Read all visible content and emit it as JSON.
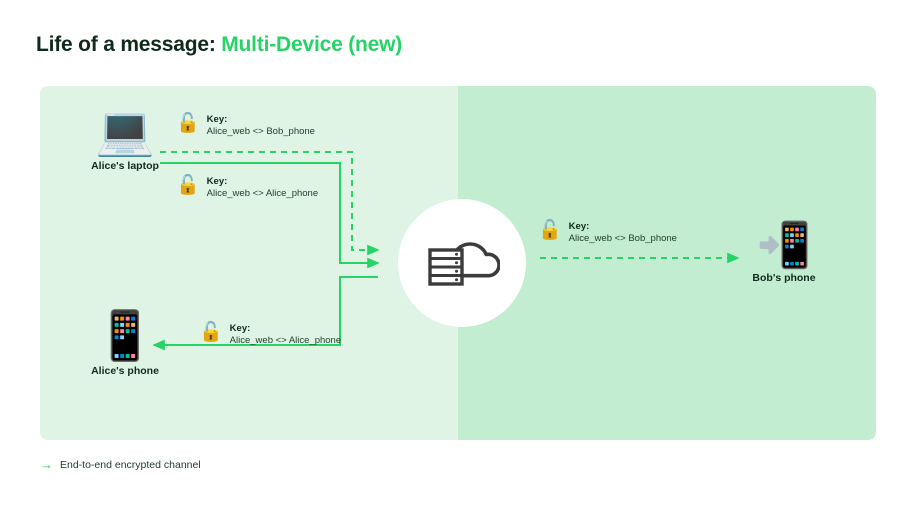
{
  "title": {
    "prefix": "Life of a message: ",
    "highlight": "Multi-Device (new)",
    "accent_color": "#25d366",
    "text_color": "#0f2a1d"
  },
  "diagram": {
    "panels": {
      "left_color": "#dff4e5",
      "right_color": "#c2edd0"
    },
    "hub": {
      "name": "server-cloud",
      "background": "#ffffff",
      "icon_color": "#3c3c3c"
    },
    "nodes": [
      {
        "id": "alice-laptop",
        "glyph": "💻",
        "caption": "Alice's laptop"
      },
      {
        "id": "alice-phone",
        "glyph": "📱",
        "caption": "Alice's phone"
      },
      {
        "id": "bob-phone",
        "glyph": "📲",
        "caption": "Bob's phone"
      }
    ],
    "keys": [
      {
        "id": "key-1",
        "lock": "🔓",
        "label": "Key:",
        "value": "Alice_web <> Bob_phone"
      },
      {
        "id": "key-2",
        "lock": "🔓",
        "label": "Key:",
        "value": "Alice_web <> Alice_phone"
      },
      {
        "id": "key-3",
        "lock": "🔓",
        "label": "Key:",
        "value": "Alice_web <> Alice_phone"
      },
      {
        "id": "key-4",
        "lock": "🔓",
        "label": "Key:",
        "value": "Alice_web <> Bob_phone"
      }
    ],
    "connectors": [
      {
        "id": "laptop-to-server-dashed",
        "style": "dashed",
        "direction": "right",
        "color": "#25d366"
      },
      {
        "id": "laptop-to-server-solid",
        "style": "solid",
        "direction": "right",
        "color": "#25d366"
      },
      {
        "id": "server-to-alice-phone",
        "style": "solid",
        "direction": "left",
        "color": "#25d366"
      },
      {
        "id": "server-to-bob-phone",
        "style": "dashed",
        "direction": "right",
        "color": "#25d366"
      }
    ]
  },
  "legend": {
    "arrow": "→",
    "text": "End-to-end encrypted channel",
    "color": "#25d366"
  }
}
